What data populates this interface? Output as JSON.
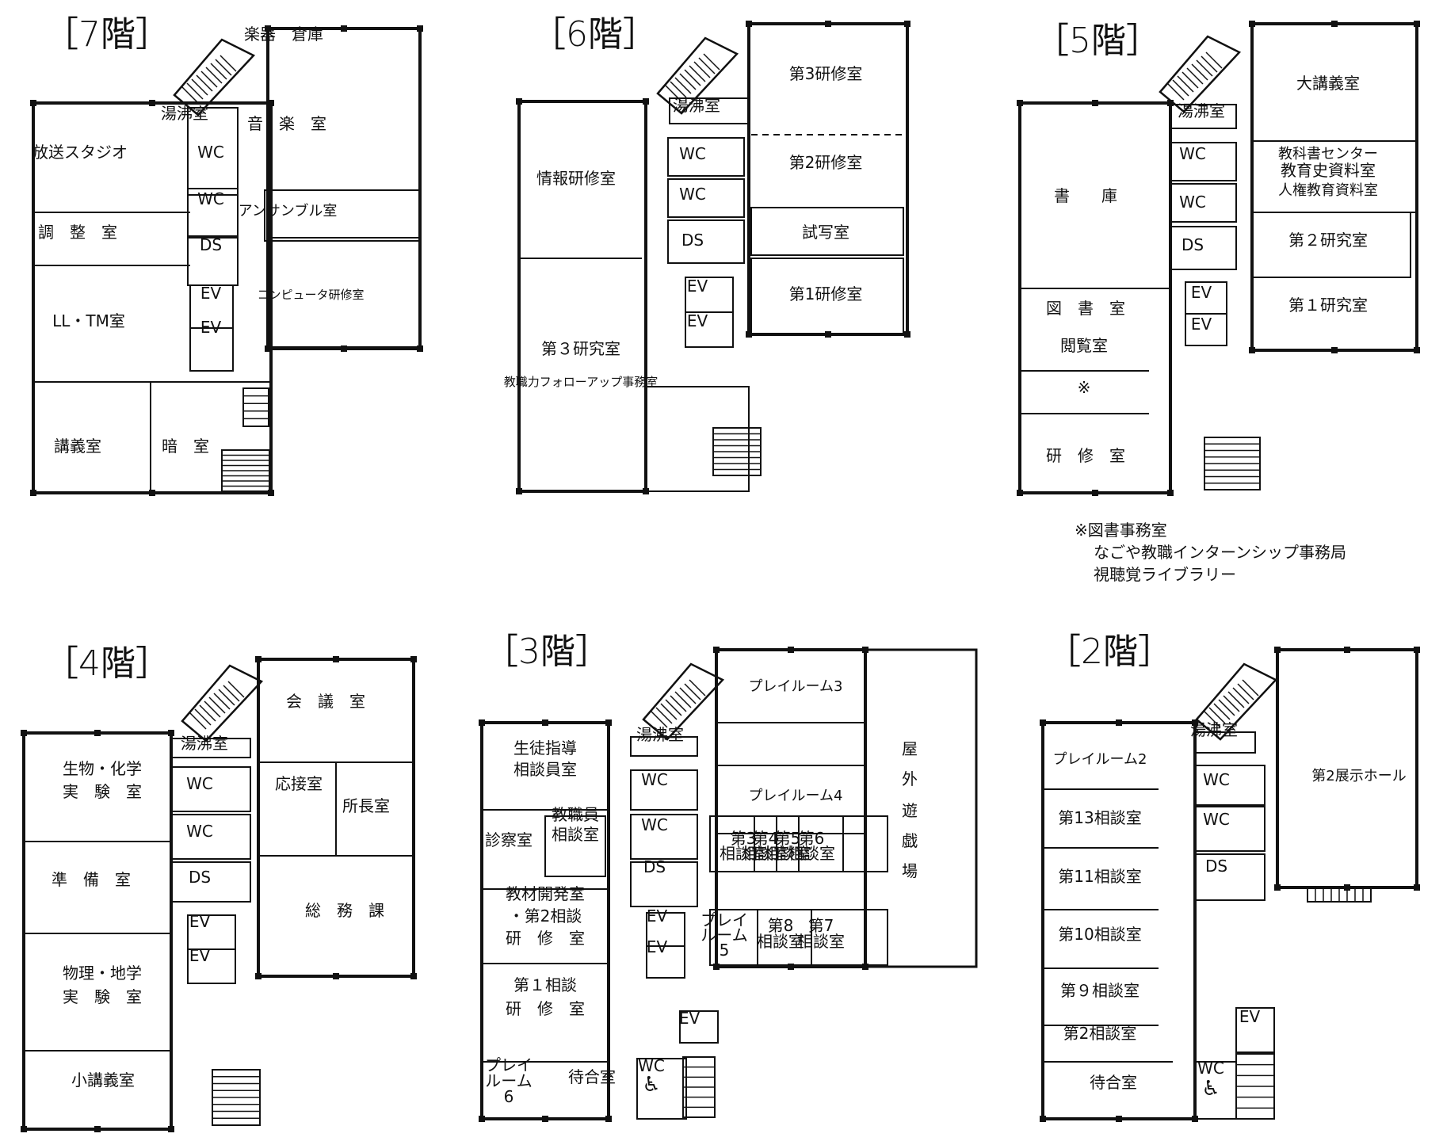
{
  "floors": [
    {
      "label": "［7階］",
      "rooms": [
        {
          "key": "music_storage",
          "label": "楽器　倉庫"
        },
        {
          "key": "kettle",
          "label": "湯沸室"
        },
        {
          "key": "music",
          "label": "音　楽　室"
        },
        {
          "key": "broadcast",
          "label": "放送スタジオ"
        },
        {
          "key": "wc1",
          "label": "WC"
        },
        {
          "key": "wc2",
          "label": "WC"
        },
        {
          "key": "ensemble",
          "label": "アンサンブル室"
        },
        {
          "key": "control",
          "label": "調　整　室"
        },
        {
          "key": "ds",
          "label": "DS"
        },
        {
          "key": "computer",
          "label": "コンピュータ研修室"
        },
        {
          "key": "ev1",
          "label": "EV"
        },
        {
          "key": "ev2",
          "label": "EV"
        },
        {
          "key": "ll_tm",
          "label": "LL・TM室"
        },
        {
          "key": "lecture",
          "label": "講義室"
        },
        {
          "key": "darkroom",
          "label": "暗　室"
        }
      ]
    },
    {
      "label": "［6階］",
      "rooms": [
        {
          "key": "training3",
          "label": "第3研修室"
        },
        {
          "key": "kettle",
          "label": "湯沸室"
        },
        {
          "key": "info",
          "label": "情報研修室"
        },
        {
          "key": "wc1",
          "label": "WC"
        },
        {
          "key": "training2",
          "label": "第2研修室"
        },
        {
          "key": "wc2",
          "label": "WC"
        },
        {
          "key": "ds",
          "label": "DS"
        },
        {
          "key": "copy",
          "label": "試写室"
        },
        {
          "key": "ev1",
          "label": "EV"
        },
        {
          "key": "training1",
          "label": "第1研修室"
        },
        {
          "key": "ev2",
          "label": "EV"
        },
        {
          "key": "research3",
          "label": "第３研究室"
        },
        {
          "key": "followup",
          "label": "教職力フォローアップ事務室"
        }
      ]
    },
    {
      "label": "［5階］",
      "rooms": [
        {
          "key": "big_lecture",
          "label": "大講義室"
        },
        {
          "key": "kettle",
          "label": "湯沸室"
        },
        {
          "key": "textbook_1",
          "label": "教科書センター"
        },
        {
          "key": "textbook_2",
          "label": "教育史資料室"
        },
        {
          "key": "textbook_3",
          "label": "人権教育資料室"
        },
        {
          "key": "wc1",
          "label": "WC"
        },
        {
          "key": "stacks",
          "label": "書　　庫"
        },
        {
          "key": "wc2",
          "label": "WC"
        },
        {
          "key": "research2",
          "label": "第２研究室"
        },
        {
          "key": "ds",
          "label": "DS"
        },
        {
          "key": "ev1",
          "label": "EV"
        },
        {
          "key": "research1",
          "label": "第１研究室"
        },
        {
          "key": "library",
          "label": "図　書　室"
        },
        {
          "key": "ev2",
          "label": "EV"
        },
        {
          "key": "reading",
          "label": "閲覧室"
        },
        {
          "key": "note_mark",
          "label": "※"
        },
        {
          "key": "training",
          "label": "研　修　室"
        }
      ],
      "note_lines": [
        "※図書事務室",
        "なごや教職インターンシップ事務局",
        "視聴覚ライブラリー"
      ]
    },
    {
      "label": "［4階］",
      "rooms": [
        {
          "key": "conference",
          "label": "会　議　室"
        },
        {
          "key": "kettle",
          "label": "湯沸室"
        },
        {
          "key": "biochem_1",
          "label": "生物・化学"
        },
        {
          "key": "biochem_2",
          "label": "実　験　室"
        },
        {
          "key": "wc1",
          "label": "WC"
        },
        {
          "key": "reception",
          "label": "応接室"
        },
        {
          "key": "director",
          "label": "所長室"
        },
        {
          "key": "wc2",
          "label": "WC"
        },
        {
          "key": "prep",
          "label": "準　備　室"
        },
        {
          "key": "ds",
          "label": "DS"
        },
        {
          "key": "general",
          "label": "総　務　課"
        },
        {
          "key": "ev1",
          "label": "EV"
        },
        {
          "key": "ev2",
          "label": "EV"
        },
        {
          "key": "physgeo_1",
          "label": "物理・地学"
        },
        {
          "key": "physgeo_2",
          "label": "実　験　室"
        },
        {
          "key": "small_lecture",
          "label": "小講義室"
        }
      ]
    },
    {
      "label": "［3階］",
      "rooms": [
        {
          "key": "playroom3",
          "label": "プレイルーム3"
        },
        {
          "key": "guidance_1",
          "label": "生徒指導"
        },
        {
          "key": "guidance_2",
          "label": "相談員室"
        },
        {
          "key": "kettle",
          "label": "湯沸室"
        },
        {
          "key": "outdoor_1",
          "label": "屋"
        },
        {
          "key": "outdoor_2",
          "label": "外"
        },
        {
          "key": "outdoor_3",
          "label": "遊"
        },
        {
          "key": "outdoor_4",
          "label": "戯"
        },
        {
          "key": "outdoor_5",
          "label": "場"
        },
        {
          "key": "wc1",
          "label": "WC"
        },
        {
          "key": "playroom4",
          "label": "プレイルーム4"
        },
        {
          "key": "staff_1",
          "label": "教職員"
        },
        {
          "key": "staff_2",
          "label": "相談室"
        },
        {
          "key": "clinic",
          "label": "診察室"
        },
        {
          "key": "wc2",
          "label": "WC"
        },
        {
          "key": "c3_1",
          "label": "第3"
        },
        {
          "key": "c3_2",
          "label": "相談室"
        },
        {
          "key": "c4_1",
          "label": "第4"
        },
        {
          "key": "c4_2",
          "label": "相談室"
        },
        {
          "key": "c5_1",
          "label": "第5"
        },
        {
          "key": "c5_2",
          "label": "相談室"
        },
        {
          "key": "c6_1",
          "label": "第6"
        },
        {
          "key": "c6_2",
          "label": "相談室"
        },
        {
          "key": "ds",
          "label": "DS"
        },
        {
          "key": "material_1",
          "label": "教材開発室"
        },
        {
          "key": "material_2",
          "label": "・第2相談"
        },
        {
          "key": "material_3",
          "label": "研　修　室"
        },
        {
          "key": "ev1",
          "label": "EV"
        },
        {
          "key": "pr5_1",
          "label": "プレイ"
        },
        {
          "key": "pr5_2",
          "label": "ルーム"
        },
        {
          "key": "pr5_3",
          "label": "5"
        },
        {
          "key": "c8_1",
          "label": "第8"
        },
        {
          "key": "c8_2",
          "label": "相談室"
        },
        {
          "key": "c7_1",
          "label": "第7"
        },
        {
          "key": "c7_2",
          "label": "相談室"
        },
        {
          "key": "ev2",
          "label": "EV"
        },
        {
          "key": "consult1_1",
          "label": "第１相談"
        },
        {
          "key": "consult1_2",
          "label": "研　修　室"
        },
        {
          "key": "ev3",
          "label": "EV"
        },
        {
          "key": "pr6_1",
          "label": "プレイ"
        },
        {
          "key": "pr6_2",
          "label": "ルーム"
        },
        {
          "key": "pr6_3",
          "label": "6"
        },
        {
          "key": "waiting",
          "label": "待合室"
        },
        {
          "key": "wc3",
          "label": "WC"
        },
        {
          "key": "access",
          "label": "♿"
        }
      ]
    },
    {
      "label": "［2階］",
      "rooms": [
        {
          "key": "kettle",
          "label": "湯沸室"
        },
        {
          "key": "playroom2",
          "label": "プレイルーム2"
        },
        {
          "key": "wc1",
          "label": "WC"
        },
        {
          "key": "hall2",
          "label": "第2展示ホール"
        },
        {
          "key": "c13",
          "label": "第13相談室"
        },
        {
          "key": "wc2",
          "label": "WC"
        },
        {
          "key": "ds",
          "label": "DS"
        },
        {
          "key": "c11",
          "label": "第11相談室"
        },
        {
          "key": "c10",
          "label": "第10相談室"
        },
        {
          "key": "c9",
          "label": "第９相談室"
        },
        {
          "key": "ev",
          "label": "EV"
        },
        {
          "key": "c2",
          "label": "第2相談室"
        },
        {
          "key": "waiting",
          "label": "待合室"
        },
        {
          "key": "wc3",
          "label": "WC"
        },
        {
          "key": "access",
          "label": "♿"
        }
      ]
    }
  ]
}
